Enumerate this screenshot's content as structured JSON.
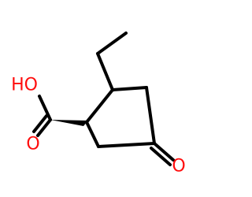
{
  "molecule": {
    "atom_labels": {
      "hydroxyl": "HO",
      "carbonyl_oxygen_acid": "O",
      "ketone_oxygen": "O"
    },
    "colors": {
      "bond": "#000000",
      "heteroatom": "#ff0d0d",
      "background": "#ffffff"
    }
  }
}
